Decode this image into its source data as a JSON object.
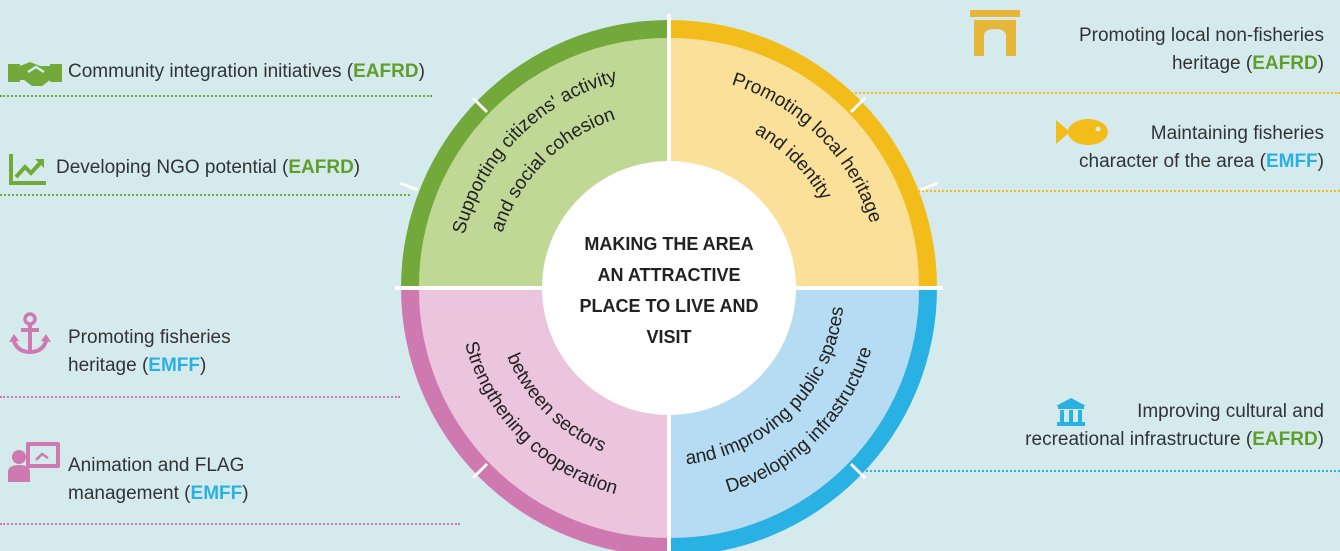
{
  "center": {
    "lines": [
      "MAKING THE AREA",
      "AN ATTRACTIVE",
      "PLACE TO LIVE AND",
      "VISIT"
    ]
  },
  "colors": {
    "background": "#d5eaec",
    "green": "#72a93a",
    "green_light": "#bfd896",
    "yellow": "#f2bc1a",
    "yellow_light": "#fbe09a",
    "pink": "#cf79b1",
    "pink_light": "#ebc4dd",
    "blue": "#2ab1e3",
    "blue_light": "#b6dcf3",
    "eafrd": "#5f9e2b",
    "emff": "#2ab1e3"
  },
  "quadrants": {
    "top_left": {
      "line1": "Supporting citizens' activity",
      "line2": "and social cohesion"
    },
    "top_right": {
      "line1": "Promoting local heritage",
      "line2": "and identity"
    },
    "bottom_left": {
      "line1": "Strengthening cooperation",
      "line2": "between sectors"
    },
    "bottom_right": {
      "line1": "Developing infrastructure",
      "line2": "and improving public spaces"
    }
  },
  "items": {
    "community": {
      "icon": "handshake-icon",
      "text": "Community integration initiatives (",
      "fund": "EAFRD",
      "close": ")"
    },
    "ngo": {
      "icon": "trend-chart-icon",
      "text": "Developing NGO potential (",
      "fund": "EAFRD",
      "close": ")"
    },
    "fisheries_heritage": {
      "icon": "anchor-icon",
      "line1": "Promoting fisheries",
      "line2": "heritage (",
      "fund": "EMFF",
      "close": ")"
    },
    "animation": {
      "icon": "presenter-icon",
      "line1": "Animation and FLAG",
      "line2": "management (",
      "fund": "EMFF",
      "close": ")"
    },
    "non_fisheries": {
      "icon": "arch-icon",
      "line1": "Promoting local non-fisheries",
      "line2": "heritage (",
      "fund": "EAFRD",
      "close": ")"
    },
    "fisheries_character": {
      "icon": "fish-icon",
      "line1": "Maintaining fisheries",
      "line2": "character of the area (",
      "fund": "EMFF",
      "close": ")"
    },
    "cultural": {
      "icon": "museum-icon",
      "line1": "Improving cultural and",
      "line2": "recreational infrastructure (",
      "fund": "EAFRD",
      "close": ")"
    }
  }
}
